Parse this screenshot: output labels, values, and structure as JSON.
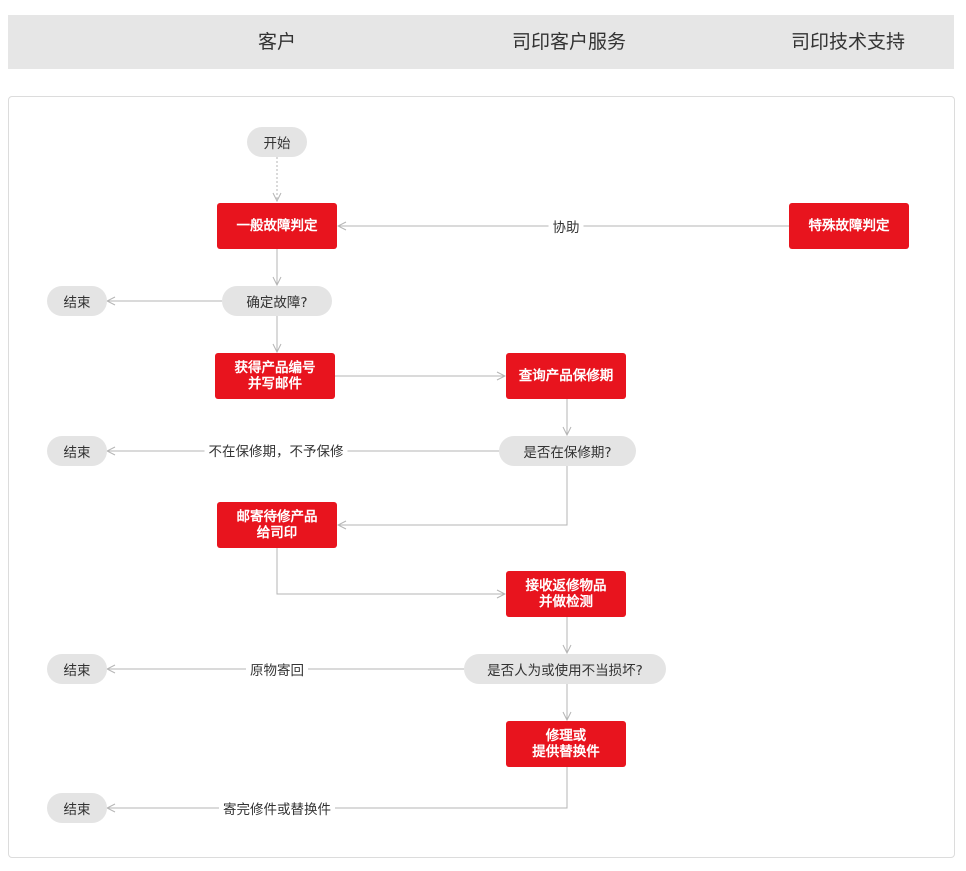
{
  "lanes": {
    "customer": "客户",
    "service": "司印客户服务",
    "support": "司印技术支持"
  },
  "nodes": {
    "start": "开始",
    "general_fault": "一般故障判定",
    "special_fault": "特殊故障判定",
    "confirm_fault": "确定故障?",
    "end_1": "结束",
    "get_product_no": "获得产品编号\n并写邮件",
    "check_warranty": "查询产品保修期",
    "in_warranty": "是否在保修期?",
    "end_2": "结束",
    "mail_product": "邮寄待修产品\n给司印",
    "receive_test": "接收返修物品\n并做检测",
    "human_damage": "是否人为或使用不当损坏?",
    "end_3": "结束",
    "repair": "修理或\n提供替换件",
    "end_4": "结束"
  },
  "edge_labels": {
    "assist": "协助",
    "no_warranty": "不在保修期，不予保修",
    "return_original": "原物寄回",
    "send_replacement": "寄完修件或替换件"
  },
  "colors": {
    "accent": "#e8141e",
    "pill": "#e4e4e4",
    "line": "#b5b5b5"
  }
}
